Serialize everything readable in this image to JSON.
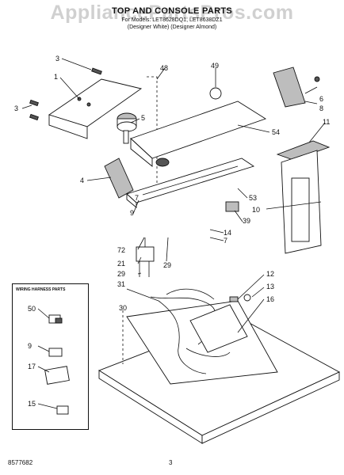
{
  "header": {
    "title": "TOP AND CONSOLE PARTS",
    "model_line": "For Models: LET8628DQ1, LET8638DZ1",
    "variant_line": "(Designer White) (Designer Almond)"
  },
  "watermark": "AppliancePartsPros.com",
  "inset": {
    "title": "WIRING HARNESS PARTS"
  },
  "callouts": {
    "c3a": "3",
    "c1": "1",
    "c3b": "3",
    "c48": "48",
    "c5": "5",
    "c49": "49",
    "c6": "6",
    "c8": "8",
    "c54": "54",
    "c11": "11",
    "c4": "4",
    "c7a": "7",
    "c9": "9",
    "c53": "53",
    "c10": "10",
    "c39": "39",
    "c14": "14",
    "c7b": "7",
    "c72": "72",
    "c21": "21",
    "c29a": "29",
    "c29b": "29",
    "c31": "31",
    "c12": "12",
    "c13": "13",
    "c16": "16",
    "c30": "30",
    "i50": "50",
    "i9": "9",
    "i17": "17",
    "i15": "15"
  },
  "footer": {
    "doc_number": "8577682",
    "page": "3"
  }
}
